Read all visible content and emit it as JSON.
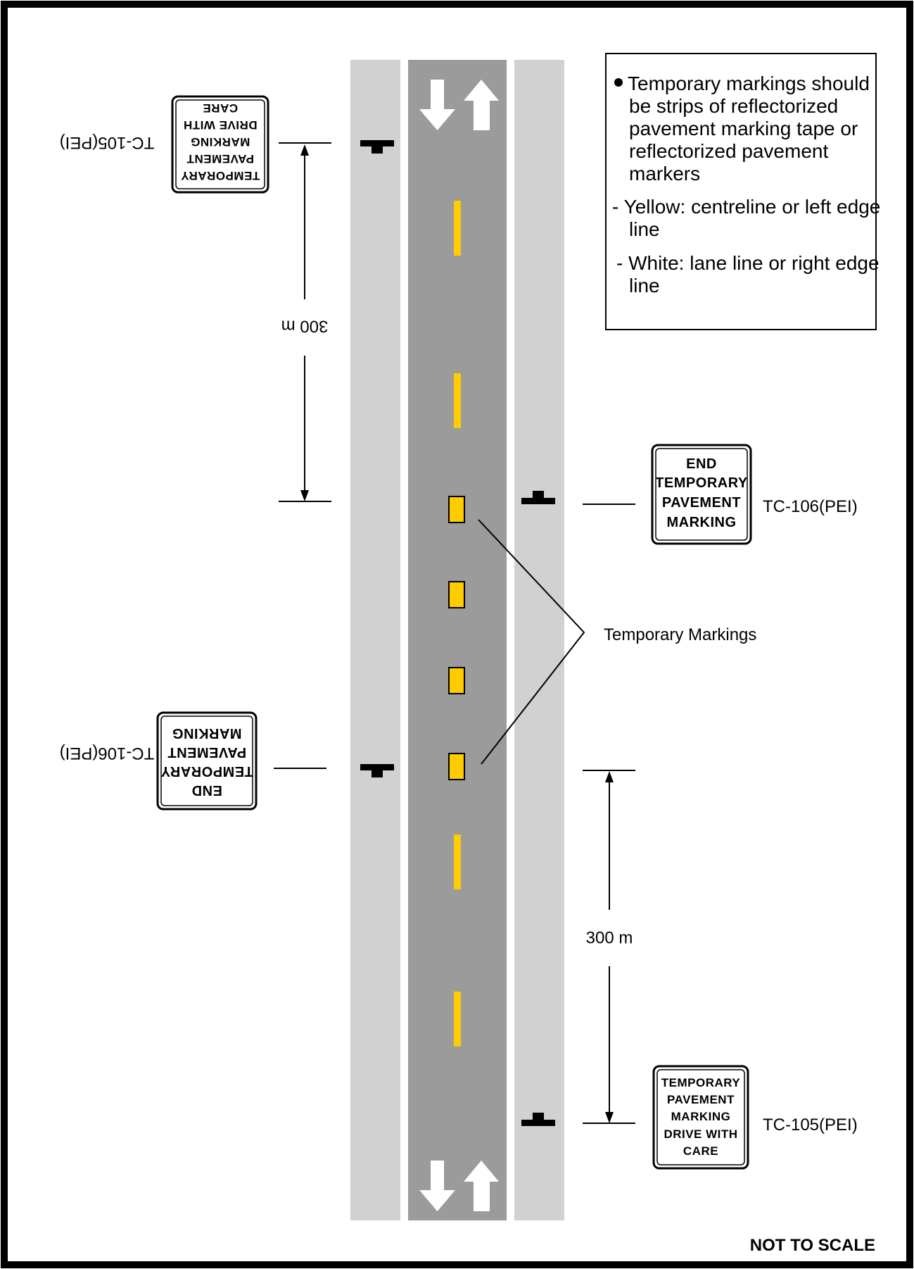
{
  "notes": {
    "bullet_lines": [
      "Temporary markings should",
      "be strips of reflectorized",
      "pavement marking tape or",
      "reflectorized pavement",
      "markers"
    ],
    "yellow_lines": [
      "- Yellow: centreline or left edge",
      "line"
    ],
    "white_lines": [
      "- White: lane line or right edge",
      "line"
    ]
  },
  "signs": {
    "top_left": {
      "lines": [
        "TEMPORARY",
        "PAVEMENT",
        "MARKING",
        "DRIVE WITH",
        "CARE"
      ],
      "code": "TC-105(PEI)"
    },
    "right_upper": {
      "lines": [
        "END",
        "TEMPORARY",
        "PAVEMENT",
        "MARKING"
      ],
      "code": "TC-106(PEI)"
    },
    "mid_left": {
      "lines": [
        "END",
        "TEMPORARY",
        "PAVEMENT",
        "MARKING"
      ],
      "code": "TC-106(PEI)"
    },
    "bottom_right": {
      "lines": [
        "TEMPORARY",
        "PAVEMENT",
        "MARKING",
        "DRIVE WITH",
        "CARE"
      ],
      "code": "TC-105(PEI)"
    }
  },
  "dimensions": {
    "upper": "300 m",
    "lower": "300 m"
  },
  "callout": "Temporary Markings",
  "footer": "NOT TO SCALE",
  "colors": {
    "shoulder": "#d1d1d1",
    "road": "#9b9b9b",
    "yellow": "#ffcc00",
    "arrow": "#ffffff",
    "ink": "#000000"
  }
}
